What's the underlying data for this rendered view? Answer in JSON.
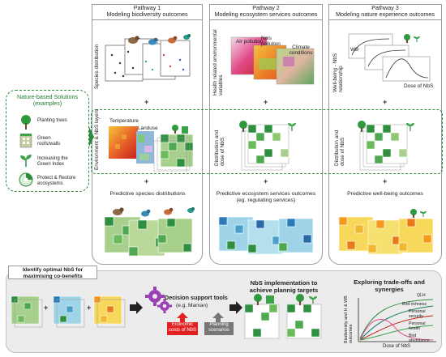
{
  "pathways": [
    {
      "label": "Pathway 1",
      "title": "Modeling biodiversity outcomes",
      "row_label": "Species distribution",
      "output": "Predictive species distributions"
    },
    {
      "label": "Pathway 2",
      "title": "Modeling ecosystem services outcomes",
      "row_label": "Health related environmental variables",
      "output": "Predictive  ecosystem services outcomes (eg. regulating services)"
    },
    {
      "label": "Pathway 3",
      "title": "Modeling nature experience  outcomes",
      "row_label": "Well-being - NbS relationship",
      "output": "Predictive well-being outcomes"
    }
  ],
  "env_labels": {
    "p1": "Environment & NbS layers",
    "p2": "Distribution and dose of NbS",
    "p3": "Distribution and dose of NbS"
  },
  "map_labels": {
    "temperature": "Temperature",
    "landuse": "Landuse"
  },
  "p2_layers": {
    "air": "Air pollution",
    "noise": "Nois pollution",
    "climate": "Climate conditions"
  },
  "p3_plot": {
    "y": "WB",
    "x": "Dose of NbS"
  },
  "plus": "+",
  "legend": {
    "title": "Nature-based Solutions (examples)",
    "items": [
      "Planting trees",
      "Green roofs/walls",
      "Increasing the Green Index",
      "Protect & Restore ecosystems"
    ]
  },
  "bottom": {
    "tag": "Identify optimal NbS for maximising co-benefits",
    "decision_title": "Decision support tools",
    "decision_sub": "(e.g. Marxan)",
    "economic": "Economic costs of NbS",
    "planning": "Planning scenarios",
    "impl_title": "NbS implementation to achieve plannig targets",
    "tradeoff_title": "Exploring trade-offs and synergies",
    "chart": {
      "ylabel": "Biodiversity and H & WB outcomes",
      "xlabel": "Dose of NbS",
      "series": [
        "QLH",
        "Bird richness",
        "Personal security",
        "Personal health",
        "Bird abundance"
      ]
    }
  },
  "colors": {
    "green": "#2e8a3e",
    "red": "#e32020",
    "purple": "#9b3fb5",
    "gray": "#777777"
  }
}
